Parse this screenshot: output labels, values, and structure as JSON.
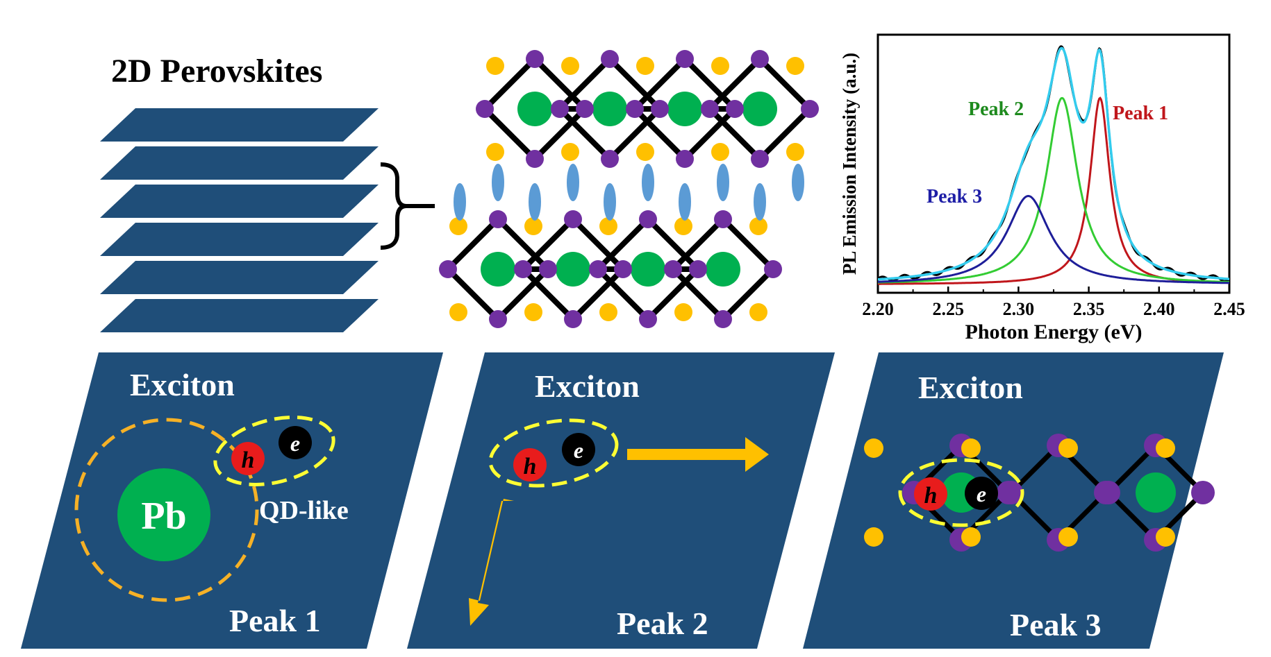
{
  "title": "2D Perovskites",
  "colors": {
    "layer": "#1f4e79",
    "panel": "#1f4e79",
    "octa_edge": "#000000",
    "vertex": "#7030a0",
    "center": "#00b050",
    "cation": "#ffc000",
    "ligand": "#5b9bd5",
    "electron": "#000000",
    "hole": "#e81c1c",
    "exciton_ring": "#ffff33",
    "qd_ring": "#f6b126",
    "arrow": "#ffc000",
    "text_light": "#ffffff"
  },
  "chart_data": {
    "type": "line",
    "xlabel": "Photon Energy (eV)",
    "ylabel": "PL Emission Intensity (a.u.)",
    "xlim": [
      2.2,
      2.45
    ],
    "ylim": [
      0,
      1.08
    ],
    "xticks": [
      "2.20",
      "2.25",
      "2.30",
      "2.35",
      "2.40",
      "2.45"
    ],
    "grid": false,
    "series": [
      {
        "name": "Peak 1",
        "color": "#c0161b",
        "center": 2.358,
        "amplitude": 0.78,
        "gamma": 0.0085
      },
      {
        "name": "Peak 2",
        "color": "#33cc33",
        "center": 2.331,
        "amplitude": 0.78,
        "gamma": 0.0135
      },
      {
        "name": "Peak 3",
        "color": "#1e1e99",
        "center": 2.307,
        "amplitude": 0.37,
        "gamma": 0.0185
      },
      {
        "name": "",
        "color": "#000000",
        "role": "measured"
      },
      {
        "name": "",
        "color": "#33ccee",
        "role": "fit"
      }
    ],
    "annotations": [
      {
        "text": "Peak 1",
        "color": "#c0161b"
      },
      {
        "text": "Peak 2",
        "color": "#1d8a1d"
      },
      {
        "text": "Peak 3",
        "color": "#1e1ea6"
      }
    ]
  },
  "panels": [
    {
      "exciton_label": "Exciton",
      "peak_label": "Peak 1",
      "center_atom": "Pb",
      "note": "QD-like",
      "hole": "h",
      "electron": "e"
    },
    {
      "exciton_label": "Exciton",
      "peak_label": "Peak 2",
      "hole": "h",
      "electron": "e"
    },
    {
      "exciton_label": "Exciton",
      "peak_label": "Peak 3",
      "hole": "h",
      "electron": "e"
    }
  ]
}
